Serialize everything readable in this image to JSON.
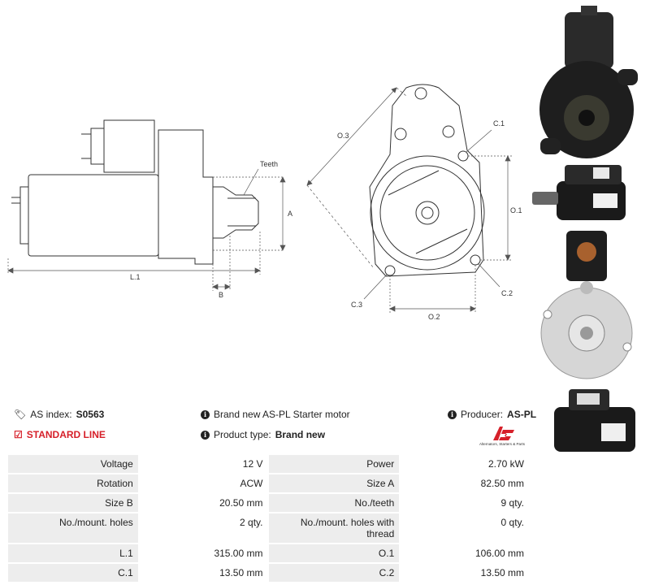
{
  "drawing": {
    "labels": {
      "teeth": "Teeth",
      "a": "A",
      "b": "B",
      "l1": "L.1",
      "o3": "O.3",
      "c1": "C.1",
      "o1": "O.1",
      "c2": "C.2",
      "c3": "C.3",
      "o2": "O.2"
    }
  },
  "photos": [
    {
      "name": "starter-rear-view",
      "icon": "starter-rear-photo"
    },
    {
      "name": "starter-side-view-1",
      "icon": "starter-side-photo"
    },
    {
      "name": "starter-front-view",
      "icon": "starter-front-photo"
    },
    {
      "name": "starter-side-view-2",
      "icon": "starter-side-photo"
    }
  ],
  "info": {
    "as_index_label": "AS index:",
    "as_index_value": "S0563",
    "description": "Brand new AS-PL Starter motor",
    "producer_label": "Producer:",
    "producer_value": "AS-PL",
    "line": "STANDARD LINE",
    "product_type_label": "Product type:",
    "product_type_value": "Brand new",
    "logo_tagline": "Alternators, Starters & Parts"
  },
  "specs": [
    {
      "l1": "Voltage",
      "v1": "12 V",
      "l2": "Power",
      "v2": "2.70 kW"
    },
    {
      "l1": "Rotation",
      "v1": "ACW",
      "l2": "Size A",
      "v2": "82.50 mm"
    },
    {
      "l1": "Size B",
      "v1": "20.50 mm",
      "l2": "No./teeth",
      "v2": "9 qty."
    },
    {
      "l1": "No./mount. holes",
      "v1": "2 qty.",
      "l2": "No./mount. holes with thread",
      "v2": "0 qty."
    },
    {
      "l1": "L.1",
      "v1": "315.00 mm",
      "l2": "O.1",
      "v2": "106.00 mm"
    },
    {
      "l1": "C.1",
      "v1": "13.50 mm",
      "l2": "C.2",
      "v2": "13.50 mm"
    }
  ],
  "colors": {
    "accent_red": "#d6202a",
    "cell_bg": "#ededed"
  }
}
